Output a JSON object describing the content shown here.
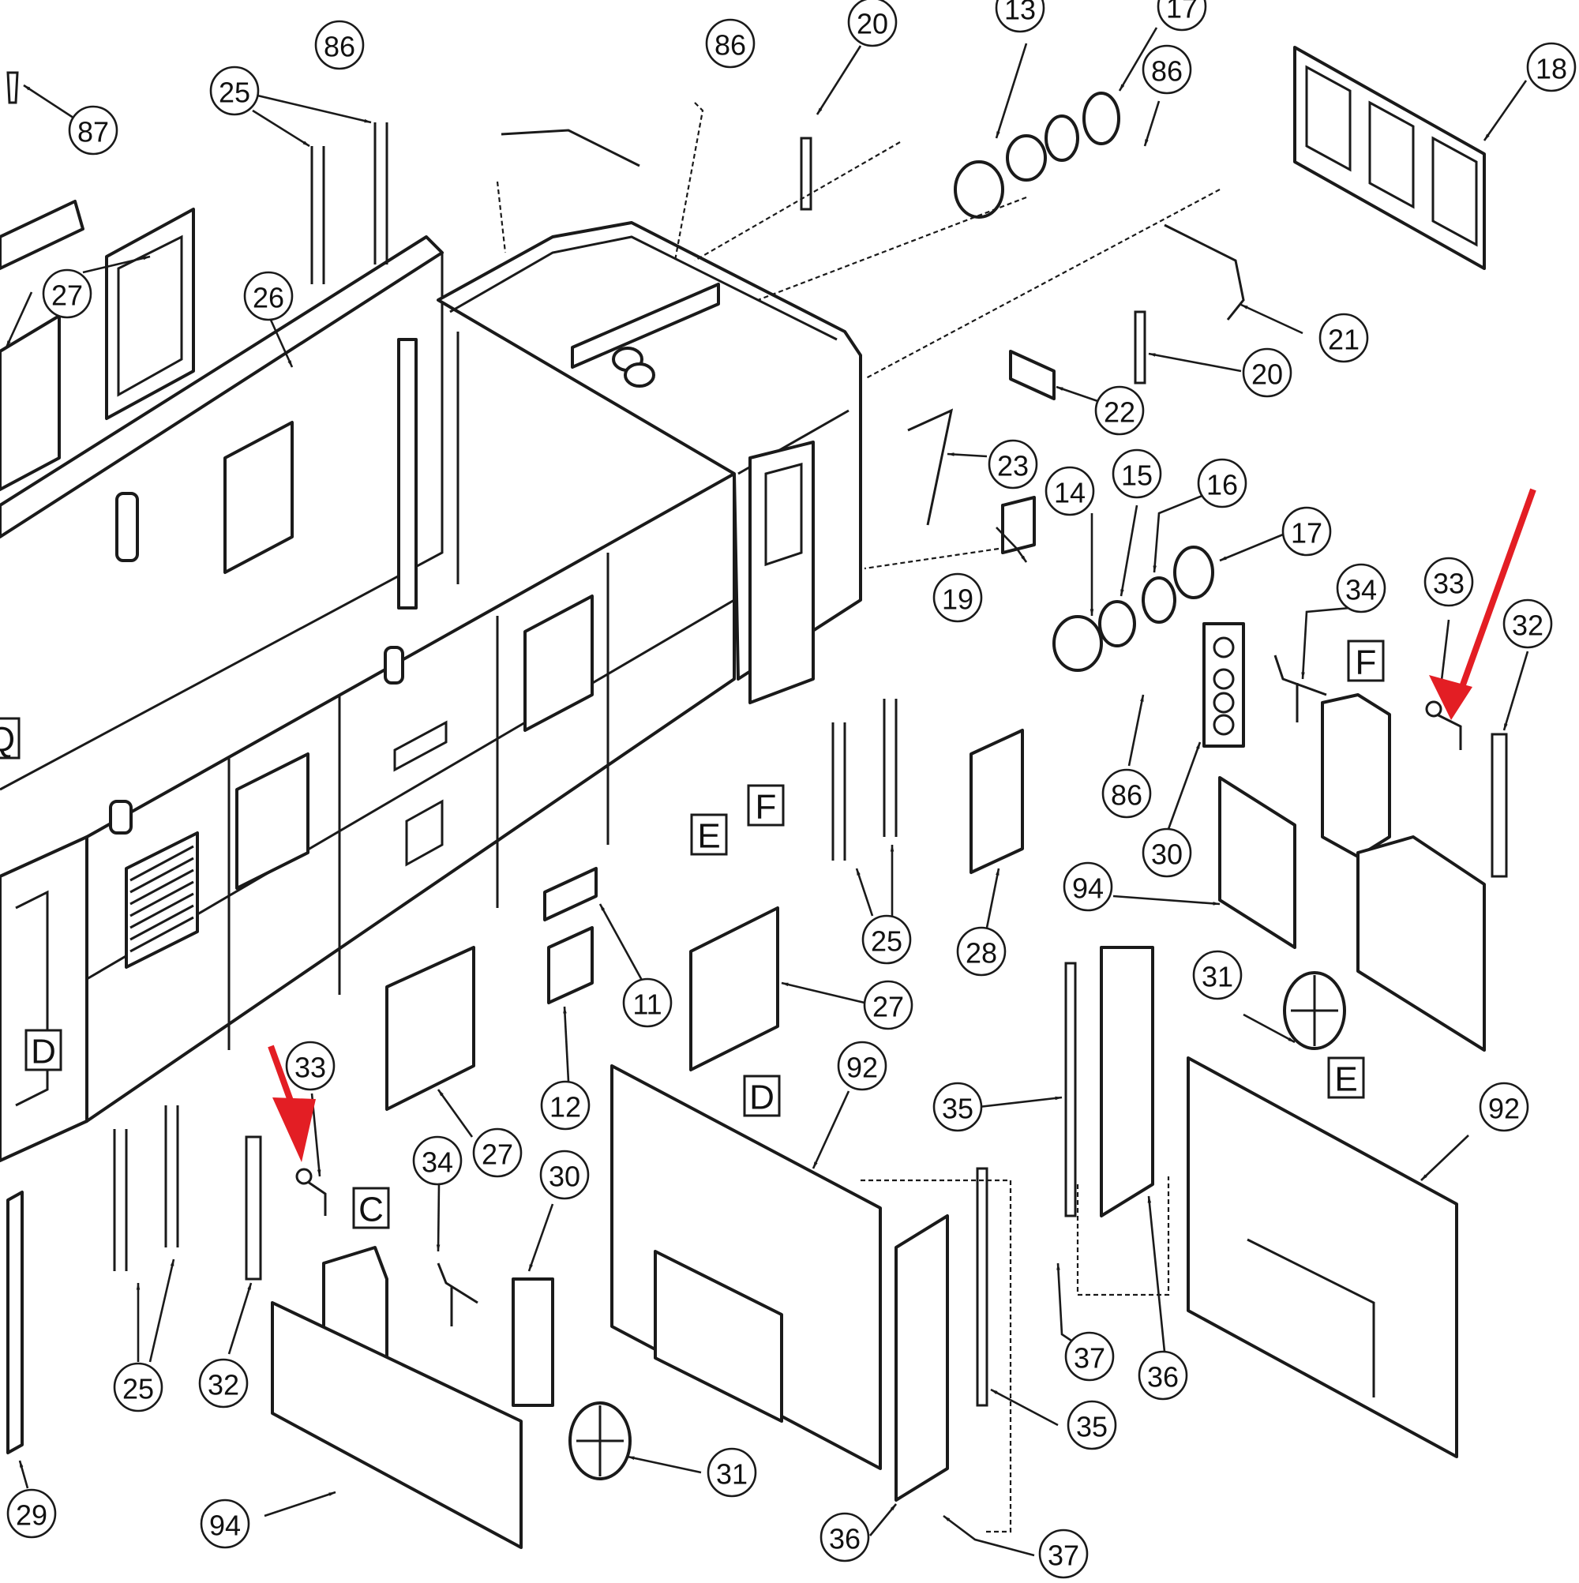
{
  "diagram": {
    "title": "Exploded parts diagram – locomotive cab and body components",
    "accent_color": "#e31e24",
    "line_color": "#1a1a1a"
  },
  "callouts": [
    {
      "id": "c86a",
      "label": "86"
    },
    {
      "id": "c87",
      "label": "87"
    },
    {
      "id": "c25a",
      "label": "25"
    },
    {
      "id": "c27a",
      "label": "27"
    },
    {
      "id": "c26",
      "label": "26"
    },
    {
      "id": "c86b",
      "label": "86"
    },
    {
      "id": "c20a",
      "label": "20"
    },
    {
      "id": "c13",
      "label": "13"
    },
    {
      "id": "c17a",
      "label": "17"
    },
    {
      "id": "c86c",
      "label": "86"
    },
    {
      "id": "c18",
      "label": "18"
    },
    {
      "id": "c21",
      "label": "21"
    },
    {
      "id": "c20b",
      "label": "20"
    },
    {
      "id": "c22",
      "label": "22"
    },
    {
      "id": "c23",
      "label": "23"
    },
    {
      "id": "c14",
      "label": "14"
    },
    {
      "id": "c15",
      "label": "15"
    },
    {
      "id": "c16",
      "label": "16"
    },
    {
      "id": "c17b",
      "label": "17"
    },
    {
      "id": "c19",
      "label": "19"
    },
    {
      "id": "c34a",
      "label": "34"
    },
    {
      "id": "c33a",
      "label": "33"
    },
    {
      "id": "c32a",
      "label": "32"
    },
    {
      "id": "c86d",
      "label": "86"
    },
    {
      "id": "c30a",
      "label": "30"
    },
    {
      "id": "c94a",
      "label": "94"
    },
    {
      "id": "c25b",
      "label": "25"
    },
    {
      "id": "c28",
      "label": "28"
    },
    {
      "id": "c27b",
      "label": "27"
    },
    {
      "id": "c11",
      "label": "11"
    },
    {
      "id": "c12",
      "label": "12"
    },
    {
      "id": "c31a",
      "label": "31"
    },
    {
      "id": "c92a",
      "label": "92"
    },
    {
      "id": "c92b",
      "label": "92"
    },
    {
      "id": "c35a",
      "label": "35"
    },
    {
      "id": "c36a",
      "label": "36"
    },
    {
      "id": "c37a",
      "label": "37"
    },
    {
      "id": "c33b",
      "label": "33"
    },
    {
      "id": "c27c",
      "label": "27"
    },
    {
      "id": "c34b",
      "label": "34"
    },
    {
      "id": "c30b",
      "label": "30"
    },
    {
      "id": "c25c",
      "label": "25"
    },
    {
      "id": "c32b",
      "label": "32"
    },
    {
      "id": "c29",
      "label": "29"
    },
    {
      "id": "c94b",
      "label": "94"
    },
    {
      "id": "c31b",
      "label": "31"
    },
    {
      "id": "c35b",
      "label": "35"
    },
    {
      "id": "c36b",
      "label": "36"
    },
    {
      "id": "c37b",
      "label": "37"
    }
  ],
  "reference_boxes": [
    {
      "id": "rF1",
      "label": "F"
    },
    {
      "id": "rE1",
      "label": "E"
    },
    {
      "id": "rF2",
      "label": "F"
    },
    {
      "id": "rQ",
      "label": "Q"
    },
    {
      "id": "rD1",
      "label": "D"
    },
    {
      "id": "rC",
      "label": "C"
    },
    {
      "id": "rD2",
      "label": "D"
    },
    {
      "id": "rE2",
      "label": "E"
    }
  ],
  "highlights": [
    {
      "name": "red-arrow-part-33-right",
      "target_part": "33"
    },
    {
      "name": "red-arrow-part-33-left",
      "target_part": "33"
    }
  ]
}
